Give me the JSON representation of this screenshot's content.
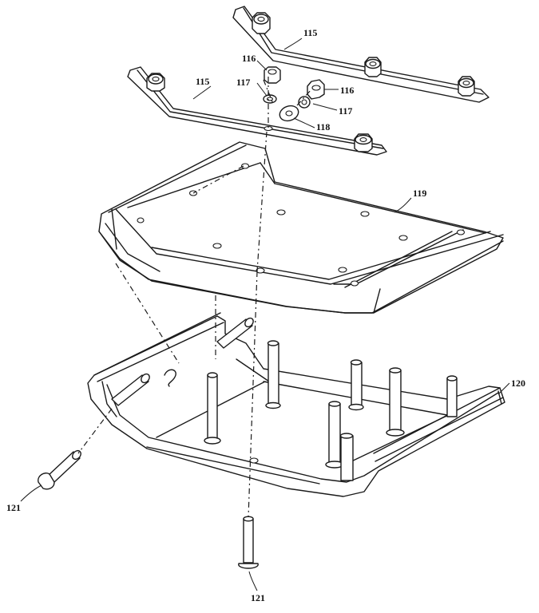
{
  "labels": {
    "bracket_top": "115",
    "bracket_left": "115",
    "nut_a": "116",
    "nut_b": "116",
    "washer_a": "117",
    "washer_b": "117",
    "flat_washer": "118",
    "upper_tray": "119",
    "lower_tray": "120",
    "side_bolt": "121",
    "bottom_bolt": "121"
  }
}
